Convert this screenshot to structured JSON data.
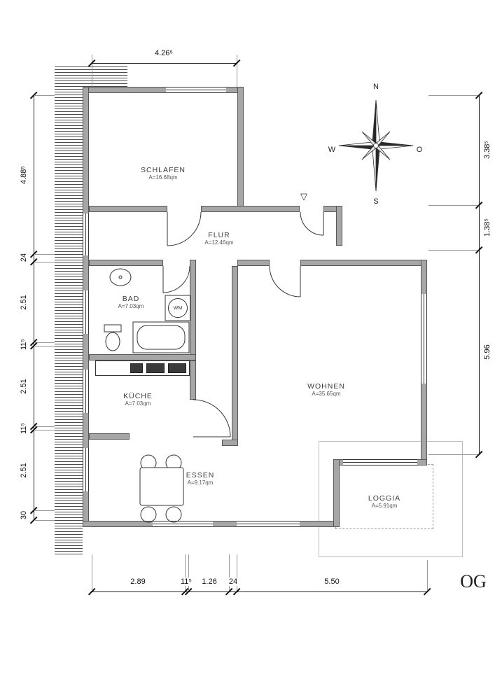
{
  "floor_label": "OG",
  "entrance_marker": "▽",
  "compass": {
    "north": "N",
    "east": "O",
    "south": "S",
    "west": "W"
  },
  "rooms": {
    "schlafen": {
      "name": "SCHLAFEN",
      "area": "A=16.68qm"
    },
    "flur": {
      "name": "FLUR",
      "area": "A=12.46qm"
    },
    "bad": {
      "name": "BAD",
      "area": "A=7.03qm"
    },
    "kueche": {
      "name": "KÜCHE",
      "area": "A=7.03qm"
    },
    "wohnen": {
      "name": "WOHNEN",
      "area": "A=35.65qm"
    },
    "essen": {
      "name": "ESSEN",
      "area": "A=9.17qm"
    },
    "loggia": {
      "name": "LOGGIA",
      "area": "A=5.91qm"
    }
  },
  "fixtures": {
    "washing_machine": "WM"
  },
  "dimensions": {
    "top": [
      "4.26⁵"
    ],
    "left": [
      "4.88⁵",
      "24",
      "2.51",
      "11⁵",
      "2.51",
      "11⁵",
      "2.51",
      "30"
    ],
    "right": [
      "3.38⁵",
      "1.38⁵",
      "5.96"
    ],
    "bottom": [
      "2.89",
      "11⁵",
      "1.26",
      "24",
      "5.50"
    ]
  }
}
